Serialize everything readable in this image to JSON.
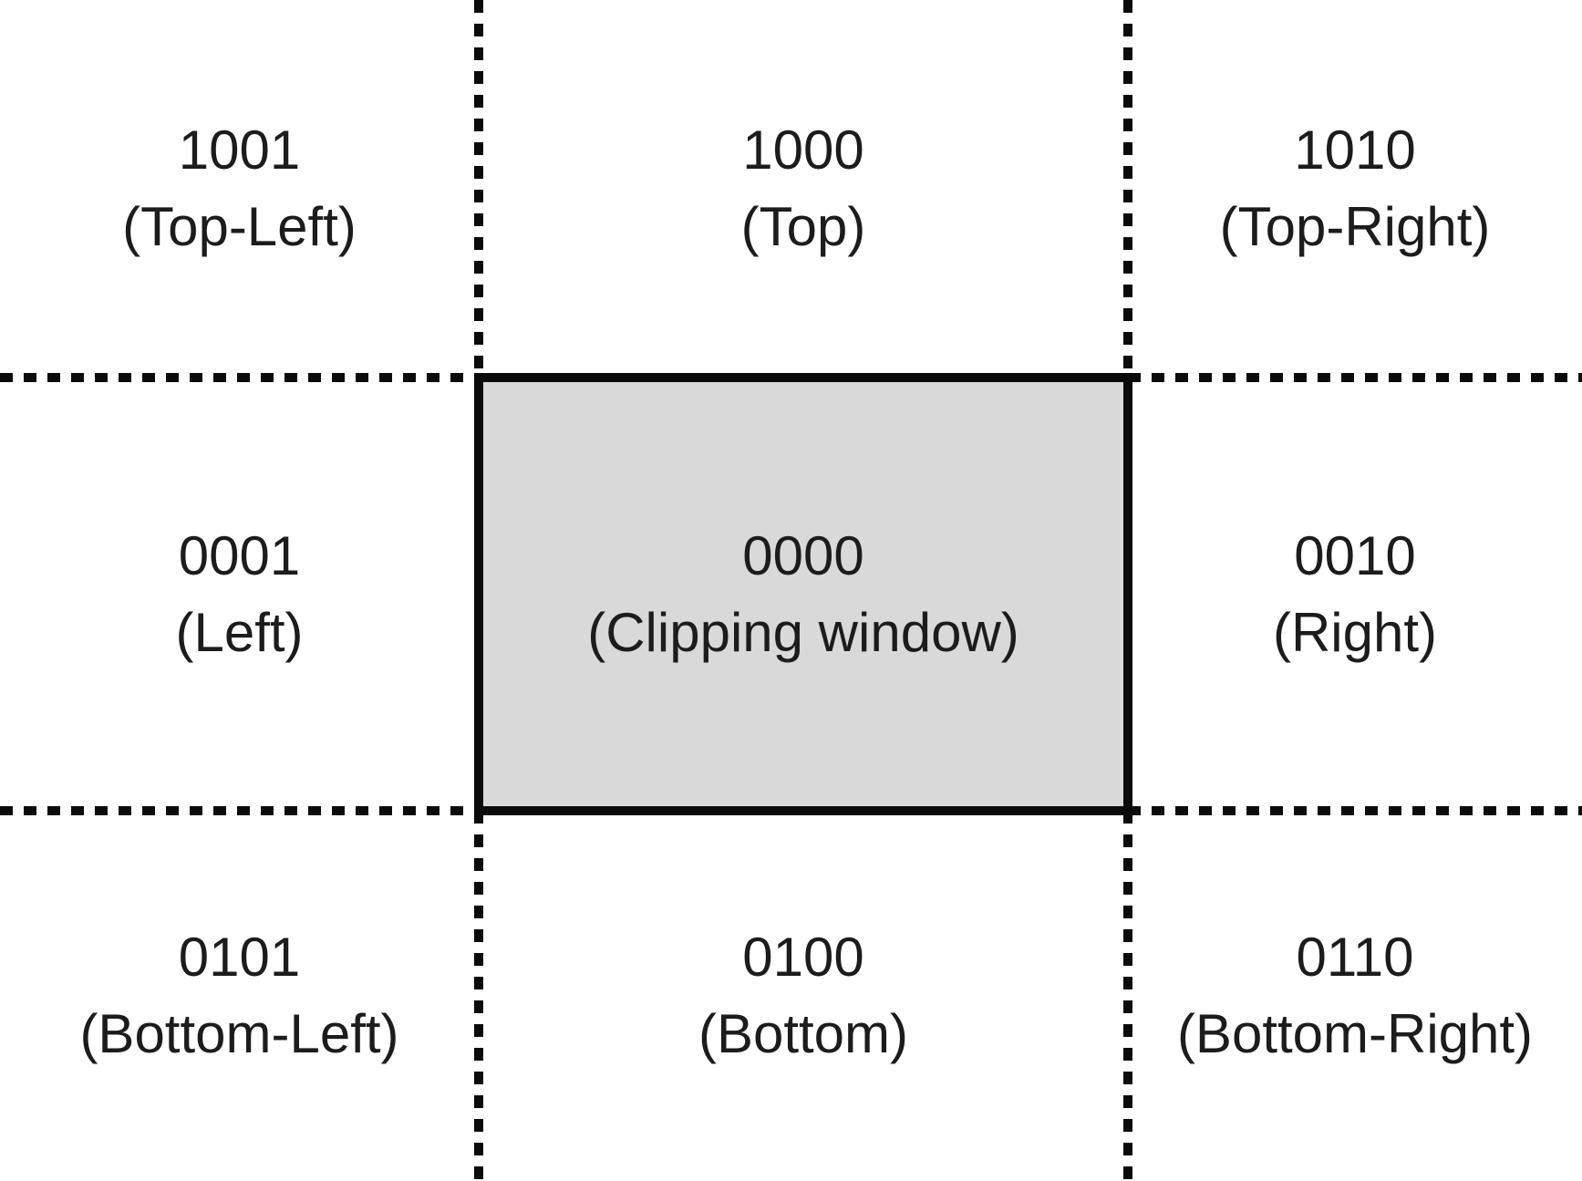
{
  "diagram": {
    "type": "region-code-grid",
    "colors": {
      "background": "#ffffff",
      "line": "#0b0b0b",
      "window_fill": "#d9d9d9",
      "text": "#1c1c1c"
    },
    "regions": [
      {
        "id": "top-left",
        "code": "1001",
        "label": "(Top-Left)"
      },
      {
        "id": "top",
        "code": "1000",
        "label": "(Top)"
      },
      {
        "id": "top-right",
        "code": "1010",
        "label": "(Top-Right)"
      },
      {
        "id": "left",
        "code": "0001",
        "label": "(Left)"
      },
      {
        "id": "center",
        "code": "0000",
        "label": "(Clipping window)"
      },
      {
        "id": "right",
        "code": "0010",
        "label": "(Right)"
      },
      {
        "id": "bottom-left",
        "code": "0101",
        "label": "(Bottom-Left)"
      },
      {
        "id": "bottom",
        "code": "0100",
        "label": "(Bottom)"
      },
      {
        "id": "bottom-right",
        "code": "0110",
        "label": "(Bottom-Right)"
      }
    ]
  }
}
